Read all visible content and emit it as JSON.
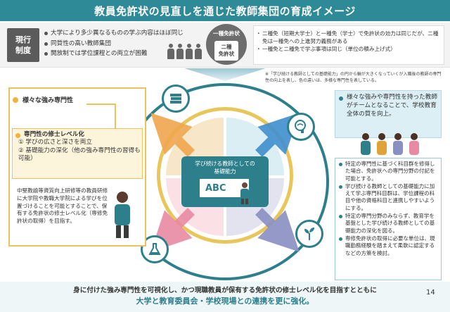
{
  "title": "教員免許状の見直しを通じた教師集団の育成イメージ",
  "current": {
    "label_line1": "現行",
    "label_line2": "制度",
    "items": [
      "大学により多少異なるものの学ぶ内容はほぼ同じ",
      "同質性の高い教師集団",
      "開放制では学位課程との両立が困難"
    ]
  },
  "license": {
    "first": "一種免許状",
    "second_line1": "二種",
    "second_line2": "免許状"
  },
  "license_notes": [
    "二種免（短期大学士）と一種免（学士）で免許状の効力は同じだが、二種免は一種免への上進努力義務がある",
    "一種免と二種免で学ぶ事項は同じ（単位の積み上げ式）"
  ],
  "footnote": "※「学び続ける教師としての基礎能力」の円から輪が大きくなっていくが入職後の教師の専門性の向上を表し、色の違いは、多様な専門性を表している。",
  "left_panel": {
    "heading": "様々な強み専門性",
    "sub_heading": "専門性の修士レベル化",
    "points": [
      "① 学びの広さと深さを両立",
      "② 基礎能力の深化（他の強み専門性の習得も可能）"
    ],
    "detail": "中堅教諭等資質向上研修等の教員研修に大学院や教職大学院による学びを位置づけることを可能とすることで、保有する免許状の修士レベル化（専修免許状の取得）を目指す。"
  },
  "core": {
    "line1": "学び続ける教師としての",
    "line2": "基礎能力",
    "board": "ABC"
  },
  "right_top": "様々な強みや専門性を持った教師がチームとなることで、学校教育全体の質を向上。",
  "right_points": [
    "特定の専門性に基づく科目群を修得した場合、免許状への専門分野の付記を可能とする。",
    "学び続ける教師としての基礎能力に加えて学ぶ専門科目群は、学位課程の科目や他の資格科目と連携しやすいようにする。",
    "特定の専門分野のみならず、教育学を基盤とした学び続ける教師としての基礎能力の深化を図る。",
    "専修免許状の取得に必要な単位は、現職勤務経験を踏まえて柔軟に認定するなどの方策を検討。"
  ],
  "bottom": {
    "line1": "身に付けた強み専門性を可視化し、かつ現職教員が保有する免許状の修士レベル化を目指すとともに",
    "line2": "大学と教育委員会・学校現場との連携を更に強化。"
  },
  "page_number": "14",
  "icons": [
    "books-icon",
    "brain-icon",
    "magnifier-icon",
    "sprout-icon",
    "flask-icon",
    "pencil-icon"
  ],
  "colors": {
    "teal": "#2d7f8c",
    "yellow": "#ecc25d",
    "orange_arrow": "#f0a64d",
    "blue_arrow": "#3f8fcf",
    "pink_arrow": "#e98aa4",
    "purple_arrow": "#8a8fc2"
  }
}
